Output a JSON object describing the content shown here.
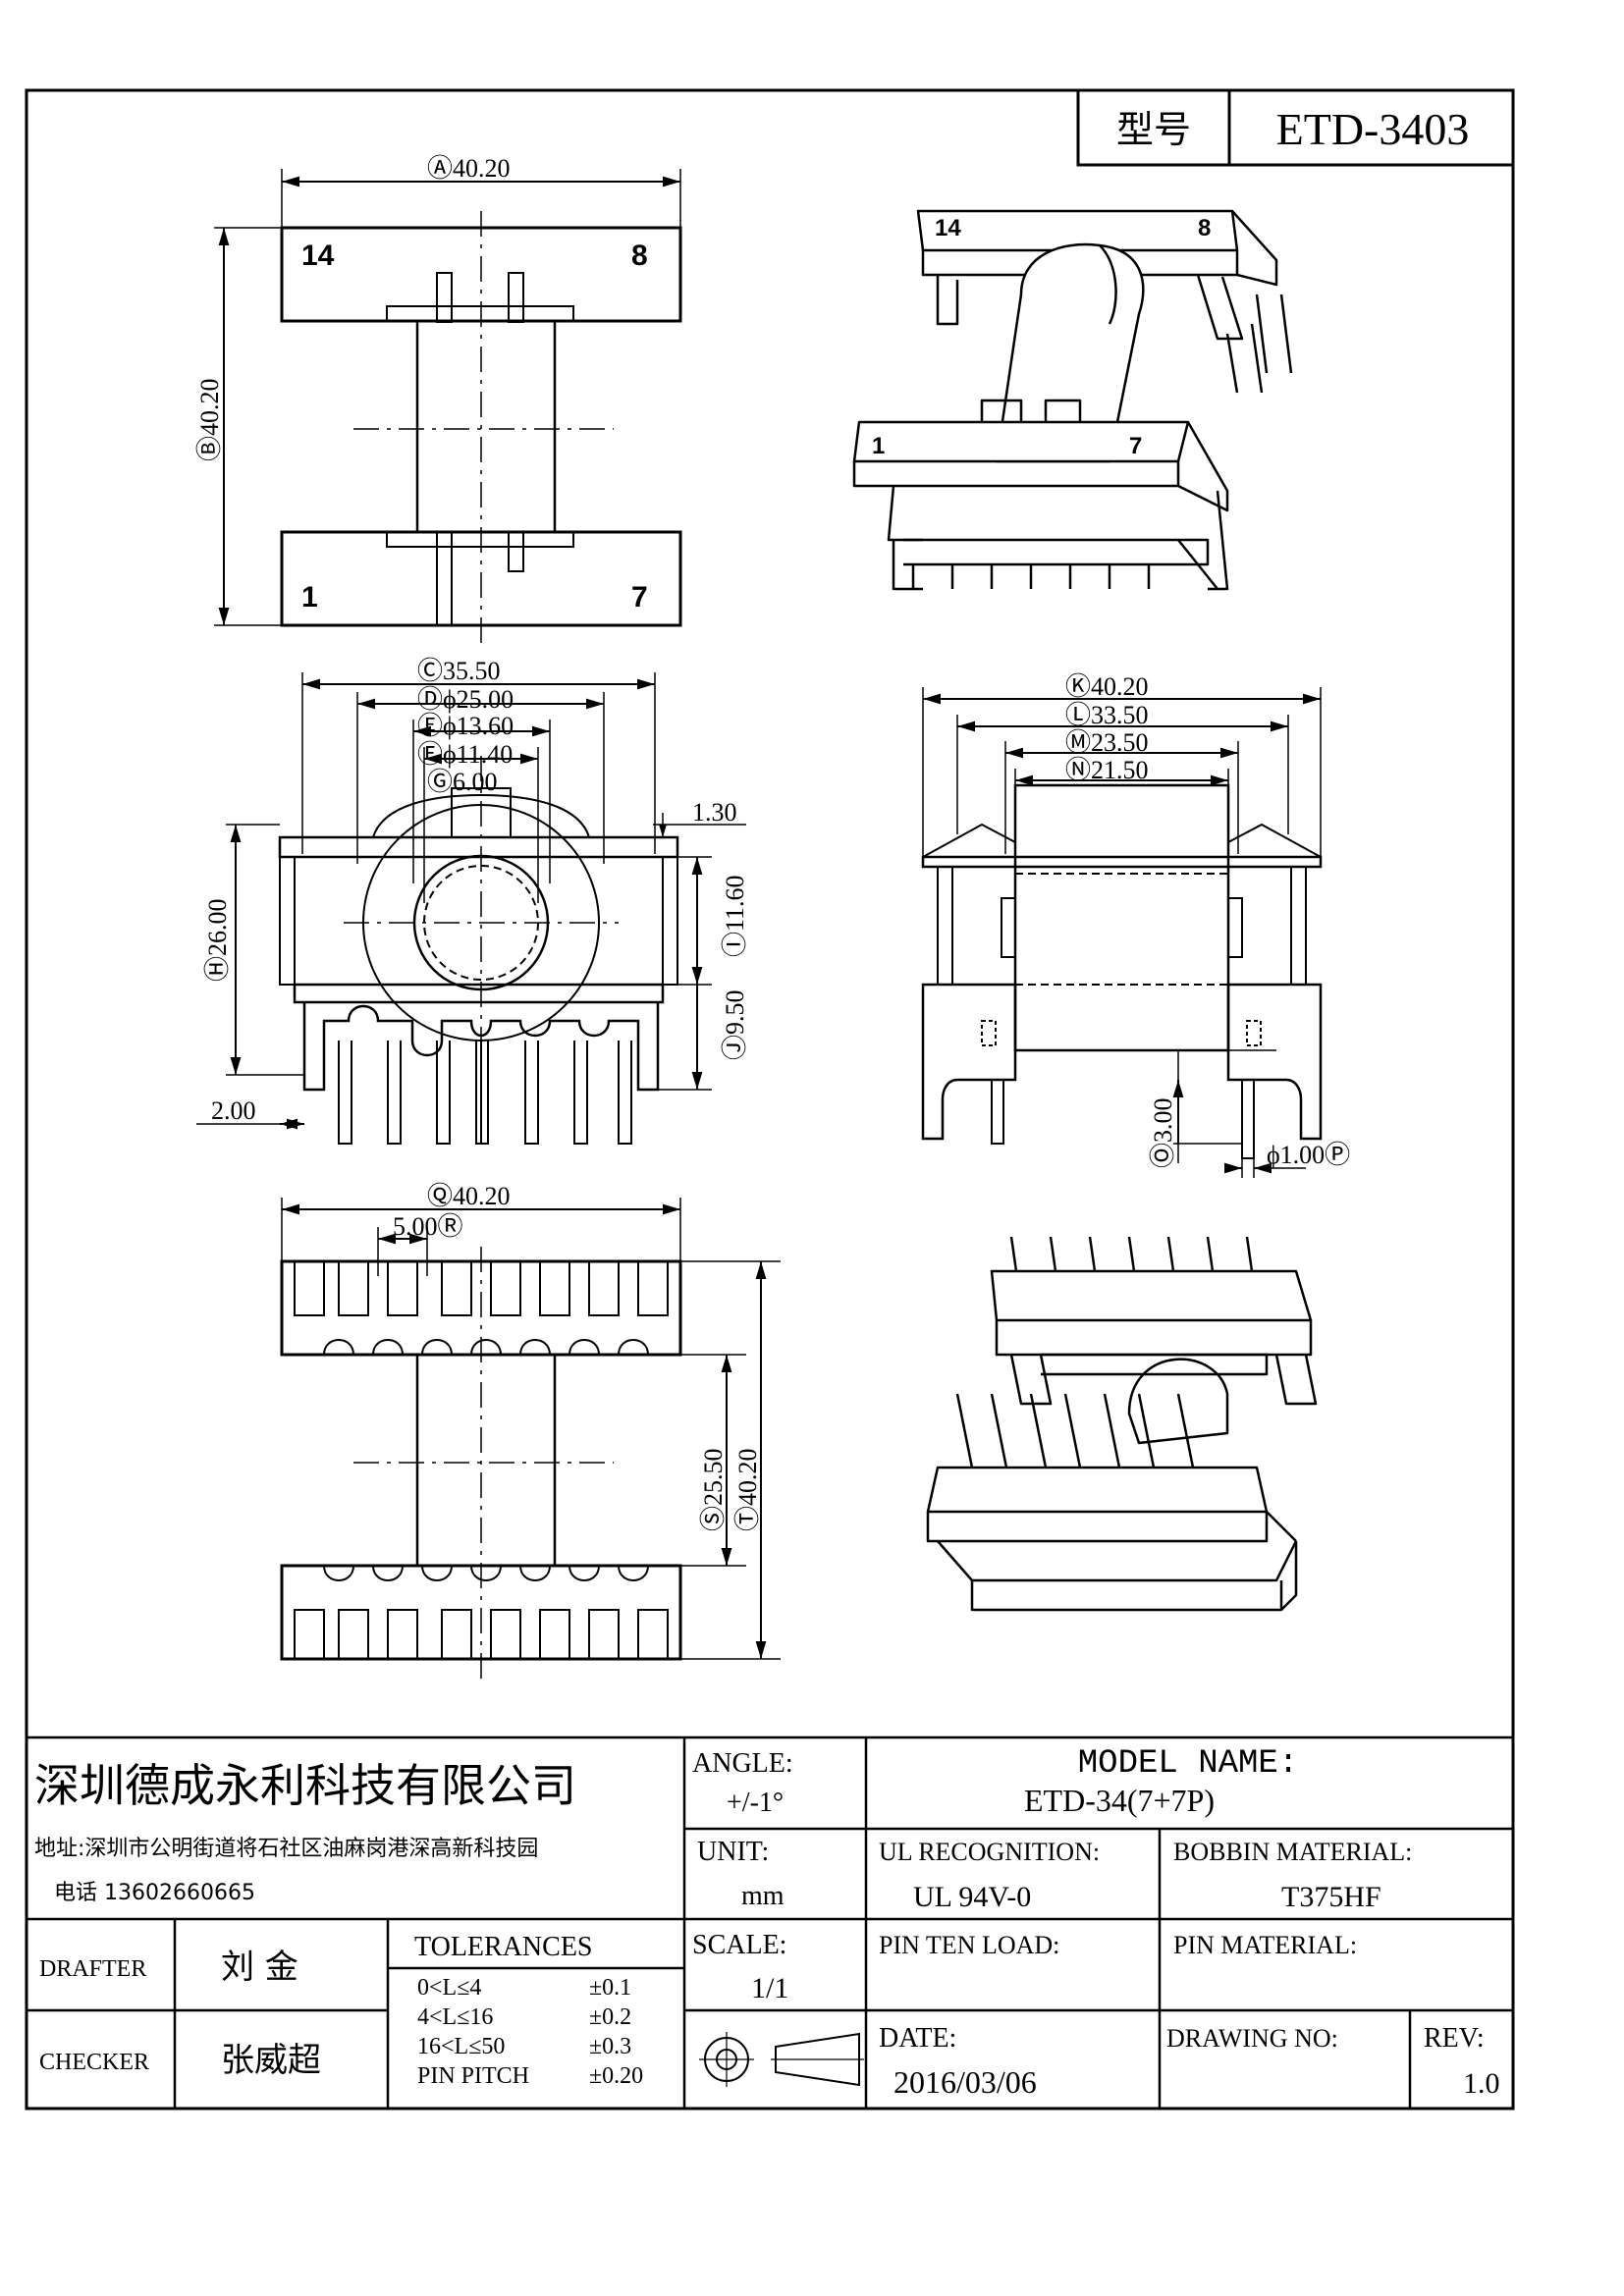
{
  "header": {
    "model_label": "型号",
    "model_value": "ETD-3403"
  },
  "pin_labels": {
    "top_left": "14",
    "top_right": "8",
    "bottom_left": "1",
    "bottom_right": "7"
  },
  "dimensions": {
    "A": "Ⓐ40.20",
    "B": "Ⓑ40.20",
    "C": "Ⓒ35.50",
    "D": "Ⓓϕ25.00",
    "E": "Ⓔϕ13.60",
    "F": "Ⓕϕ11.40",
    "G": "Ⓖ6.00",
    "H": "Ⓗ26.00",
    "I": "Ⓘ11.60",
    "J": "Ⓙ9.50",
    "K": "Ⓚ40.20",
    "L": "Ⓛ33.50",
    "M": "Ⓜ23.50",
    "N": "Ⓝ21.50",
    "O": "Ⓞ3.00",
    "P": "ϕ1.00Ⓟ",
    "Q": "Ⓠ40.20",
    "R": "5.00Ⓡ",
    "S": "Ⓢ25.50",
    "T": "Ⓣ40.20",
    "flange": "1.30",
    "pin_offset": "2.00"
  },
  "title_block": {
    "company": "深圳德成永利科技有限公司",
    "address": "地址:深圳市公明街道将石社区油麻岗港深高新科技园",
    "phone": "电话 13602660665",
    "angle_label": "ANGLE:",
    "angle_value": "+/-1°",
    "model_name_label": "MODEL NAME:",
    "model_name_value": "ETD-34(7+7P)",
    "unit_label": "UNIT:",
    "unit_value": "mm",
    "ul_label": "UL RECOGNITION:",
    "ul_value": "UL 94V-0",
    "bobbin_label": "BOBBIN MATERIAL:",
    "bobbin_value": "T375HF",
    "drafter_label": "DRAFTER",
    "drafter_value": "刘 金",
    "checker_label": "CHECKER",
    "checker_value": "张威超",
    "tolerances_label": "TOLERANCES",
    "tol": [
      {
        "range": "0<L≤4",
        "value": "±0.1"
      },
      {
        "range": "4<L≤16",
        "value": "±0.2"
      },
      {
        "range": "16<L≤50",
        "value": "±0.3"
      },
      {
        "range": "PIN PITCH",
        "value": "±0.20"
      }
    ],
    "scale_label": "SCALE:",
    "scale_value": "1/1",
    "pin_ten_label": "PIN TEN LOAD:",
    "pin_material_label": "PIN MATERIAL:",
    "date_label": "DATE:",
    "date_value": "2016/03/06",
    "drawing_no_label": "DRAWING NO:",
    "rev_label": "REV:",
    "rev_value": "1.0"
  }
}
